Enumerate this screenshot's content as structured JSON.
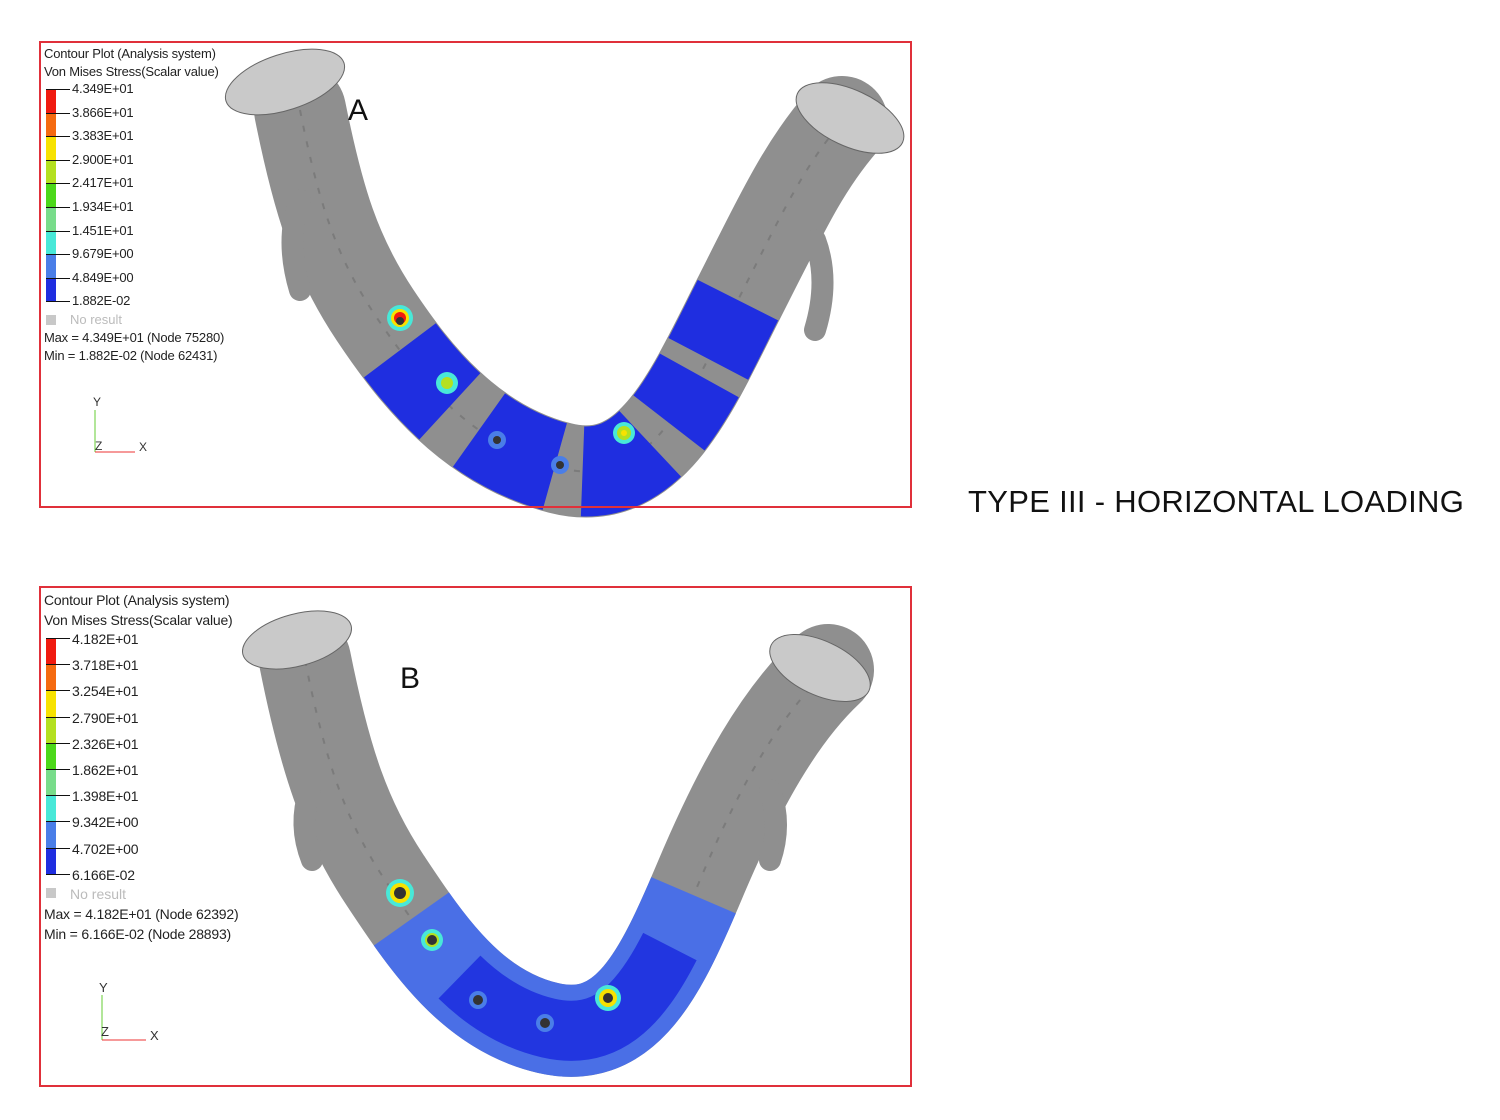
{
  "figure_title": "TYPE III - HORIZONTAL LOADING",
  "colors": {
    "frame": "#e0303a",
    "bone": "#8f8f8f",
    "condyle": "#c9c9c9",
    "bands": [
      "#f01a10",
      "#f56a10",
      "#f7e200",
      "#b4e020",
      "#4cd81a",
      "#78dc8a",
      "#48e8d8",
      "#4a7ee8",
      "#1f2ee0"
    ]
  },
  "panels": [
    {
      "label": "A",
      "legend": {
        "title": "Contour Plot (Analysis system)",
        "subtitle": "Von Mises Stress(Scalar value)",
        "ticks": [
          "4.349E+01",
          "3.866E+01",
          "3.383E+01",
          "2.900E+01",
          "2.417E+01",
          "1.934E+01",
          "1.451E+01",
          "9.679E+00",
          "4.849E+00",
          "1.882E-02"
        ],
        "no_result": "No result",
        "max": "Max = 4.349E+01 (Node 75280)",
        "min": "Min = 1.882E-02 (Node 62431)"
      },
      "axes": {
        "y": "Y",
        "z": "Z",
        "x": "X"
      }
    },
    {
      "label": "B",
      "legend": {
        "title": "Contour Plot (Analysis system)",
        "subtitle": "Von Mises Stress(Scalar value)",
        "ticks": [
          "4.182E+01",
          "3.718E+01",
          "3.254E+01",
          "2.790E+01",
          "2.326E+01",
          "1.862E+01",
          "1.398E+01",
          "9.342E+00",
          "4.702E+00",
          "6.166E-02"
        ],
        "no_result": "No result",
        "max": "Max = 4.182E+01 (Node 62392)",
        "min": "Min = 6.166E-02 (Node 28893)"
      },
      "axes": {
        "y": "Y",
        "z": "Z",
        "x": "X"
      }
    }
  ]
}
